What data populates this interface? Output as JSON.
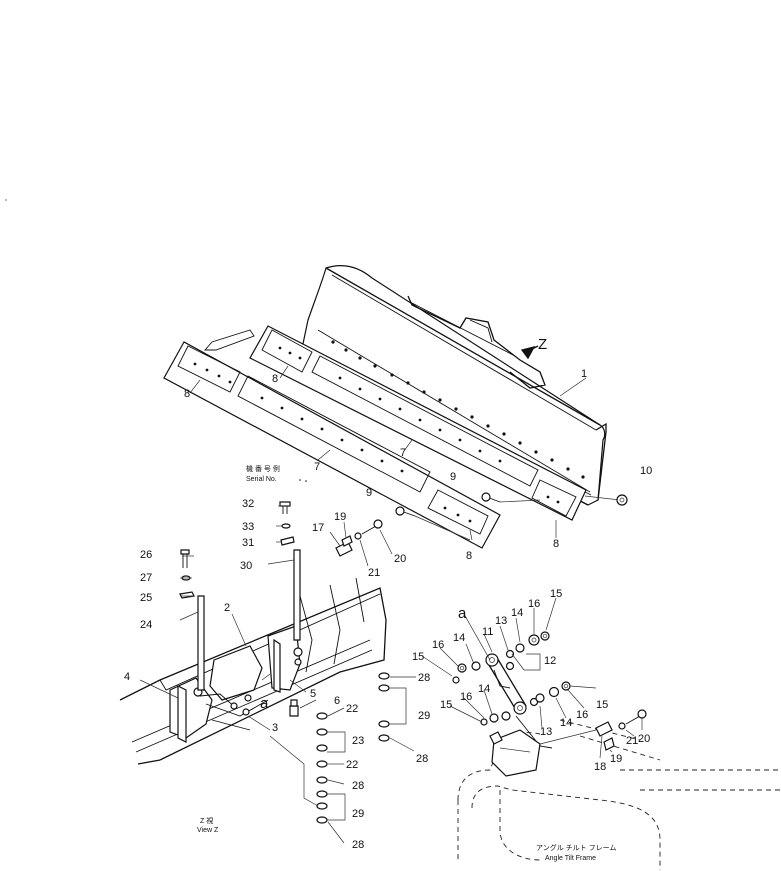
{
  "labels": {
    "serial_jp": "機 番 号 例",
    "serial_en": "Serial No.",
    "view_jp": "Z 視",
    "view_en": "View Z",
    "frame_jp": "アングル チルト フレーム",
    "frame_en": "Angle Tilt Frame",
    "arrow_z": "Z",
    "ref_a": "a"
  },
  "callouts": [
    "1",
    "2",
    "3",
    "4",
    "5",
    "6",
    "7",
    "7",
    "8",
    "8",
    "8",
    "8",
    "9",
    "9",
    "10",
    "11",
    "12",
    "13",
    "13",
    "14",
    "14",
    "14",
    "14",
    "15",
    "15",
    "15",
    "15",
    "16",
    "16",
    "16",
    "16",
    "17",
    "18",
    "19",
    "19",
    "20",
    "20",
    "21",
    "21",
    "22",
    "22",
    "23",
    "24",
    "25",
    "26",
    "27",
    "28",
    "28",
    "28",
    "28",
    "29",
    "29",
    "30",
    "31",
    "32",
    "33"
  ]
}
